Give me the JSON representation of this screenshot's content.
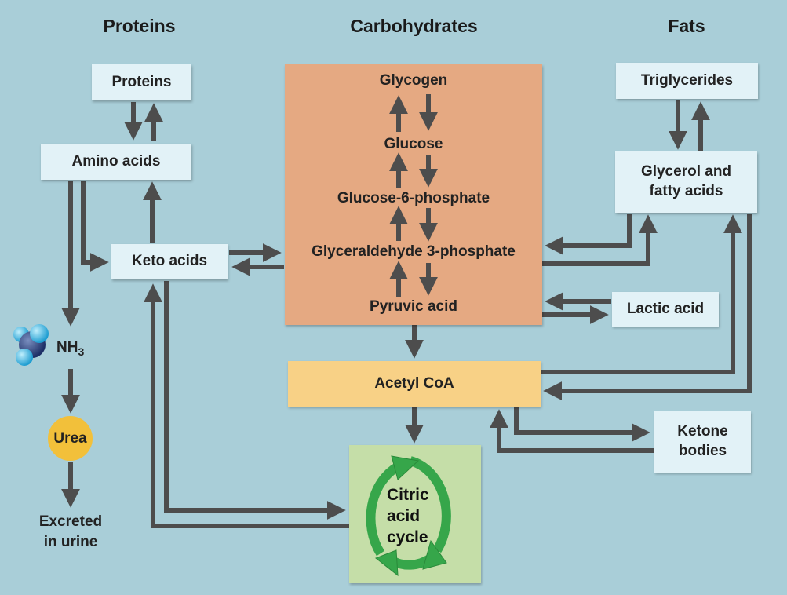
{
  "headers": {
    "proteins": "Proteins",
    "carbohydrates": "Carbohydrates",
    "fats": "Fats"
  },
  "proteins_column": {
    "proteins_box": "Proteins",
    "amino_acids": "Amino acids",
    "keto_acids": "Keto acids",
    "nh3_main": "NH",
    "nh3_sub": "3",
    "urea": "Urea",
    "excreted_line1": "Excreted",
    "excreted_line2": "in urine"
  },
  "carbohydrates_column": {
    "glycogen": "Glycogen",
    "glucose": "Glucose",
    "glucose_6_phosphate": "Glucose-6-phosphate",
    "glyceraldehyde_3_phosphate": "Glyceraldehyde 3-phosphate",
    "pyruvic_acid": "Pyruvic acid",
    "acetyl_coa": "Acetyl CoA",
    "citric_acid_cycle_line1": "Citric",
    "citric_acid_cycle_line2": "acid",
    "citric_acid_cycle_line3": "cycle"
  },
  "fats_column": {
    "triglycerides": "Triglycerides",
    "glycerol_line1": "Glycerol and",
    "glycerol_line2": "fatty acids",
    "lactic_acid": "Lactic acid",
    "ketone_line1": "Ketone",
    "ketone_line2": "bodies"
  },
  "colors": {
    "background": "#a9ced8",
    "box": "#e2f2f7",
    "carbohydrate_block": "#e5a982",
    "acetyl_coa": "#f8d186",
    "citric_acid_cycle": "#c5dea8",
    "cycle_arrow": "#36a64a",
    "urea": "#f2c03a",
    "arrow": "#4d4d4d"
  }
}
